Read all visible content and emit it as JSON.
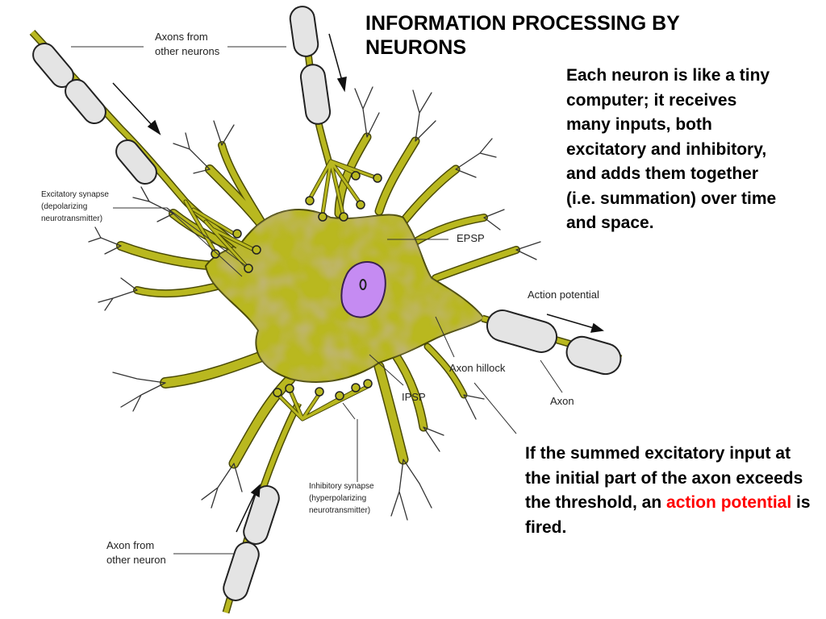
{
  "slide": {
    "title": "INFORMATION PROCESSING BY NEURONS",
    "description": "Each neuron is like a tiny computer; it receives many inputs, both excitatory and inhibitory, and adds them together (i.e. summation) over time and space.",
    "summary_before": "If the summed excitatory input at the initial part of the axon exceeds the threshold, an ",
    "summary_highlight": "action potential",
    "summary_after": " is fired."
  },
  "labels": {
    "axons_from_other_neurons_1": "Axons from",
    "axons_from_other_neurons_2": "other neurons",
    "excitatory_1": "Excitatory synapse",
    "excitatory_2": "(depolarizing",
    "excitatory_3": "neurotransmitter)",
    "epsp": "EPSP",
    "action_potential": "Action potential",
    "axon_hillock": "Axon hillock",
    "ipsp": "IPSP",
    "axon": "Axon",
    "inhibitory_1": "Inhibitory synapse",
    "inhibitory_2": "(hyperpolarizing",
    "inhibitory_3": "neurotransmitter)",
    "axon_from_other_neuron_1": "Axon from",
    "axon_from_other_neuron_2": "other neuron"
  },
  "colors": {
    "cell_body": "#b9b81f",
    "cell_outline": "#4a4a05",
    "cell_mottle": "#9a7e58",
    "nucleus": "#c58bf2",
    "myelin": "#e4e4e4",
    "highlight": "#ff0000"
  }
}
